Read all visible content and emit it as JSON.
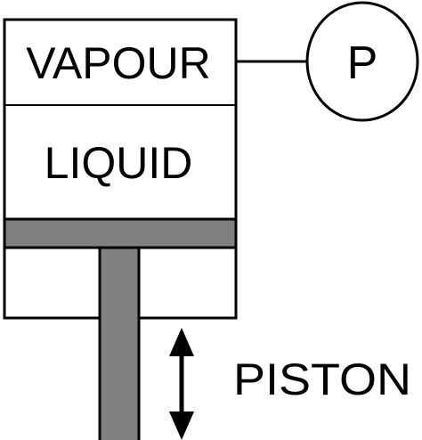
{
  "labels": {
    "vapour": "VAPOUR",
    "liquid": "LIQUID",
    "gauge": "P",
    "piston": "PISTON"
  },
  "colors": {
    "line": "#000000",
    "piston": "#808080",
    "background": "#ffffff"
  }
}
